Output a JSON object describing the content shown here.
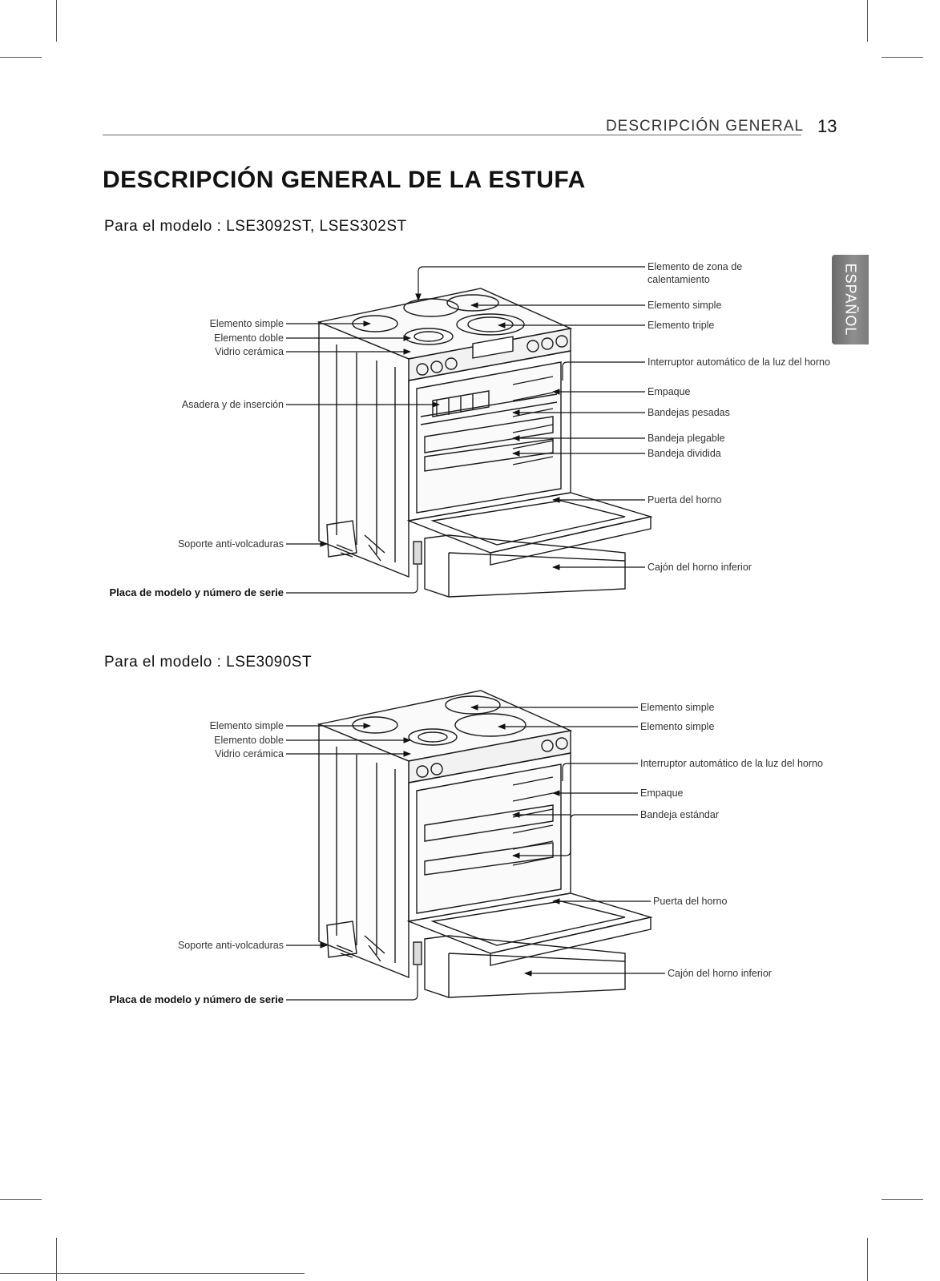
{
  "header": {
    "section": "DESCRIPCIÓN GENERAL",
    "page_number": "13"
  },
  "side_tab": {
    "label": "ESPAÑOL"
  },
  "title": "DESCRIPCIÓN GENERAL DE LA ESTUFA",
  "model_1": {
    "heading": "Para el modelo : LSE3092ST, LSES302ST",
    "labels": {
      "warming_zone_1": "Elemento de zona de",
      "warming_zone_2": "calentamiento",
      "single_right": "Elemento simple",
      "triple": "Elemento triple",
      "light_switch": "Interruptor automático de la luz del horno",
      "gasket": "Empaque",
      "heavy_racks": "Bandejas pesadas",
      "folding_rack": "Bandeja plegable",
      "split_rack": "Bandeja dividida",
      "door": "Puerta del horno",
      "drawer": "Cajón del horno inferior",
      "single_left": "Elemento simple",
      "dual": "Elemento doble",
      "glass": "Vidrio cerámica",
      "broiler_pan": "Asadera y de inserción",
      "anti_tip": "Soporte anti-volcaduras",
      "plate": "Placa de modelo y número de serie"
    }
  },
  "model_2": {
    "heading": "Para el modelo : LSE3090ST",
    "labels": {
      "single_right_1": "Elemento simple",
      "single_right_2": "Elemento simple",
      "light_switch": "Interruptor  automático de la luz del horno",
      "gasket": "Empaque",
      "standard_rack": "Bandeja estándar",
      "door": "Puerta del horno",
      "drawer": "Cajón del horno inferior",
      "single_left": "Elemento simple",
      "dual": "Elemento doble",
      "glass": "Vidrio cerámica",
      "anti_tip": "Soporte anti-volcaduras",
      "plate": "Placa de modelo y número de serie"
    }
  }
}
